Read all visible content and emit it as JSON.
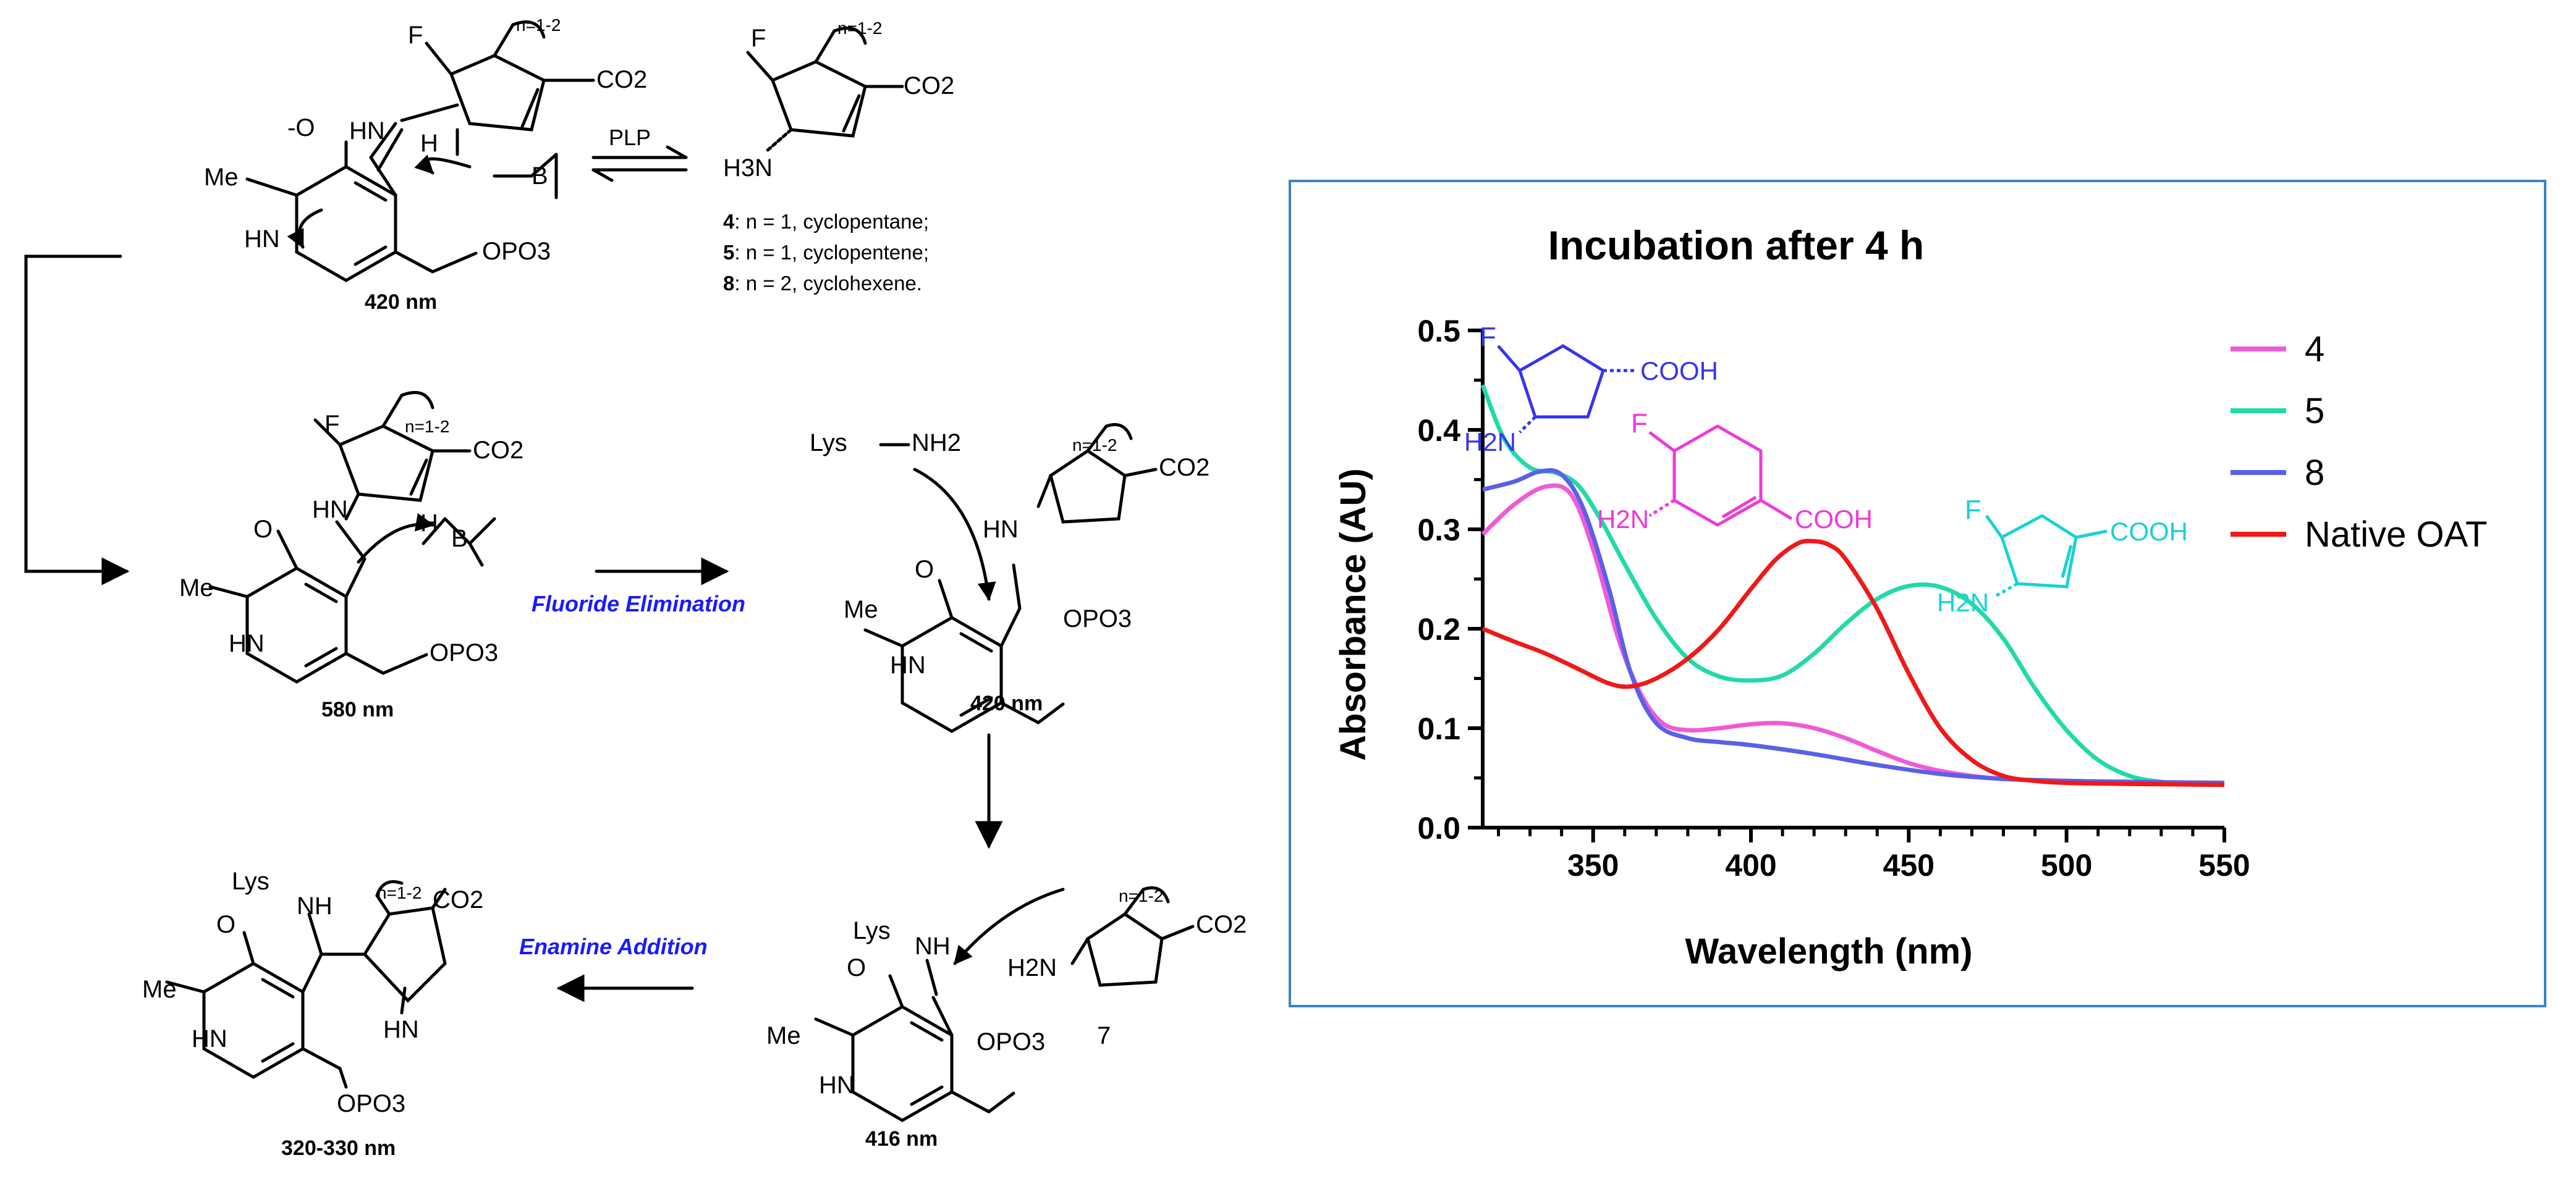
{
  "scheme": {
    "top_left": {
      "O_minus": "-O",
      "HN_plus": "HN",
      "F": "F",
      "n_label": "n=1-2",
      "co2": "CO2",
      "Me": "Me",
      "HN_ring": "HN",
      "opo3": "OPO3",
      "H": "H",
      "B": "B",
      "nm": "420 nm"
    },
    "arrow_label": "PLP",
    "product": {
      "F": "F",
      "n_label": "n=1-2",
      "co2": "CO2",
      "h3n": "H3N",
      "legend": [
        {
          "num": "4",
          "text": ": n = 1, cyclopentane;"
        },
        {
          "num": "5",
          "text": ": n = 1, cyclopentene;"
        },
        {
          "num": "8",
          "text": ": n = 2, cyclohexene."
        }
      ]
    },
    "mid_left": {
      "F": "F",
      "n_label": "n=1-2",
      "co2": "CO2",
      "HN": "HN",
      "H": "H",
      "B": "B",
      "O": "O",
      "Me": "Me",
      "HN_ring": "HN",
      "opo3": "OPO3",
      "nm": "580 nm"
    },
    "step_fluoride": "Fluoride Elimination",
    "mid_right": {
      "lys": "Lys",
      "nh2": "NH2",
      "n_label": "n=1-2",
      "co2": "CO2",
      "HN": "HN",
      "O": "O",
      "Me": "Me",
      "HN_ring": "HN",
      "opo3": "OPO3",
      "nm": "420 nm"
    },
    "bottom_right": {
      "lys": "Lys",
      "nh": "NH",
      "n_label": "n=1-2",
      "co2": "CO2",
      "h2n": "H2N",
      "num": "7",
      "O": "O",
      "Me": "Me",
      "HN_ring": "HN",
      "opo3": "OPO3",
      "nm": "416 nm"
    },
    "step_enamine": "Enamine Addition",
    "bottom_left": {
      "lys": "Lys",
      "nh": "NH",
      "n_label": "n=1-2",
      "co2": "CO2",
      "O": "O",
      "Me": "Me",
      "HN_ring": "HN",
      "HN_imine": "HN",
      "opo3": "OPO3",
      "nm": "320-330 nm"
    }
  },
  "chart_data": {
    "type": "line",
    "title": "Incubation after 4 h",
    "xlabel": "Wavelength (nm)",
    "ylabel": "Absorbance (AU)",
    "xlim": [
      315,
      550
    ],
    "ylim": [
      0,
      0.5
    ],
    "xticks": [
      "350",
      "400",
      "450",
      "500",
      "550"
    ],
    "yticks": [
      "0.0",
      "0.1",
      "0.2",
      "0.3",
      "0.4",
      "0.5"
    ],
    "legend_position": "top-right",
    "series": [
      {
        "name": "4",
        "color": "#f05ad6",
        "x": [
          315,
          325,
          335,
          343,
          350,
          358,
          365,
          372,
          380,
          390,
          400,
          410,
          420,
          430,
          440,
          450,
          460,
          470,
          480,
          500,
          520,
          550
        ],
        "y": [
          0.295,
          0.325,
          0.343,
          0.335,
          0.28,
          0.19,
          0.135,
          0.105,
          0.098,
          0.1,
          0.104,
          0.105,
          0.1,
          0.09,
          0.077,
          0.065,
          0.057,
          0.052,
          0.049,
          0.047,
          0.046,
          0.045
        ]
      },
      {
        "name": "5",
        "color": "#23d9a8",
        "x": [
          315,
          322,
          330,
          338,
          345,
          352,
          360,
          370,
          380,
          390,
          400,
          410,
          420,
          430,
          440,
          450,
          460,
          470,
          480,
          490,
          500,
          510,
          520,
          530,
          540,
          550
        ],
        "y": [
          0.445,
          0.39,
          0.362,
          0.357,
          0.345,
          0.312,
          0.265,
          0.21,
          0.17,
          0.152,
          0.148,
          0.153,
          0.175,
          0.205,
          0.23,
          0.243,
          0.242,
          0.225,
          0.19,
          0.14,
          0.098,
          0.068,
          0.052,
          0.046,
          0.044,
          0.043
        ]
      },
      {
        "name": "8",
        "color": "#5a60e8",
        "x": [
          315,
          325,
          333,
          340,
          347,
          355,
          362,
          370,
          380,
          390,
          400,
          420,
          440,
          460,
          480,
          500,
          520,
          550
        ],
        "y": [
          0.34,
          0.348,
          0.358,
          0.355,
          0.32,
          0.24,
          0.155,
          0.105,
          0.09,
          0.086,
          0.083,
          0.074,
          0.063,
          0.054,
          0.049,
          0.047,
          0.046,
          0.045
        ]
      },
      {
        "name": "Native OAT",
        "color": "#f01818",
        "x": [
          315,
          325,
          335,
          345,
          355,
          362,
          370,
          380,
          390,
          400,
          408,
          415,
          420,
          425,
          430,
          440,
          450,
          460,
          470,
          480,
          490,
          500,
          520,
          550
        ],
        "y": [
          0.2,
          0.187,
          0.175,
          0.16,
          0.145,
          0.142,
          0.15,
          0.17,
          0.2,
          0.24,
          0.27,
          0.286,
          0.288,
          0.284,
          0.27,
          0.22,
          0.155,
          0.1,
          0.068,
          0.052,
          0.047,
          0.045,
          0.044,
          0.043
        ]
      }
    ],
    "insets": [
      {
        "name": "8",
        "color": "#3535ee",
        "F": "F",
        "amine": "H2N",
        "acid": "COOH"
      },
      {
        "name": "4",
        "color": "#ee3ad8",
        "F": "F",
        "amine": "H2N",
        "acid": "COOH"
      },
      {
        "name": "5",
        "color": "#18d2d6",
        "F": "F",
        "amine": "H2N",
        "acid": "COOH"
      }
    ]
  }
}
